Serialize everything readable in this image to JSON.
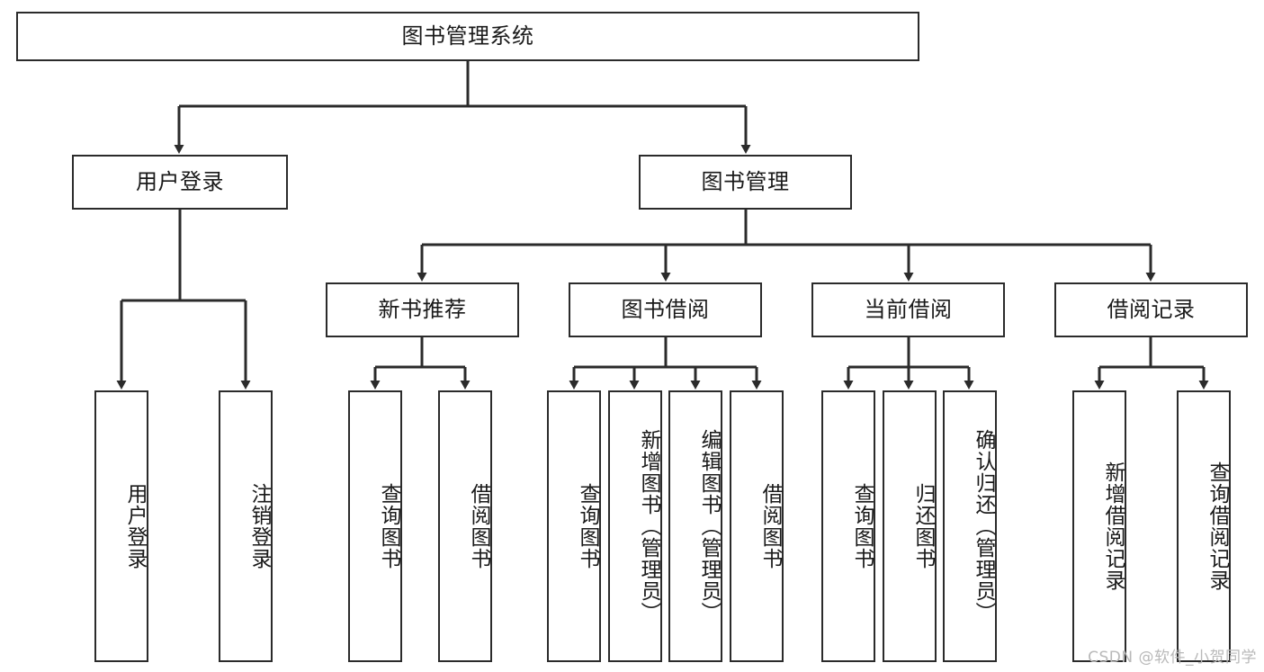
{
  "diagram": {
    "title": "图书管理系统",
    "watermark": "CSDN @软件_小贺同学",
    "colors": {
      "stroke": "#2b2b2b",
      "fill": "#ffffff",
      "text": "#1a1a1a",
      "watermark": "#b9b9b9"
    },
    "root": {
      "label": "图书管理系统"
    },
    "level1": [
      {
        "label": "用户登录"
      },
      {
        "label": "图书管理"
      }
    ],
    "level2": [
      {
        "label": "新书推荐"
      },
      {
        "label": "图书借阅"
      },
      {
        "label": "当前借阅"
      },
      {
        "label": "借阅记录"
      }
    ],
    "leaves": {
      "user_login": [
        {
          "label": "用户登录"
        },
        {
          "label": "注销登录"
        }
      ],
      "new_book_recommend": [
        {
          "label": "查询图书"
        },
        {
          "label": "借阅图书"
        }
      ],
      "book_borrow": [
        {
          "label": "查询图书"
        },
        {
          "label": "新增图书（管理员）"
        },
        {
          "label": "编辑图书（管理员）"
        },
        {
          "label": "借阅图书"
        }
      ],
      "current_borrow": [
        {
          "label": "查询图书"
        },
        {
          "label": "归还图书"
        },
        {
          "label": "确认归还（管理员）"
        }
      ],
      "borrow_records": [
        {
          "label": "新增借阅记录"
        },
        {
          "label": "查询借阅记录"
        }
      ]
    }
  }
}
